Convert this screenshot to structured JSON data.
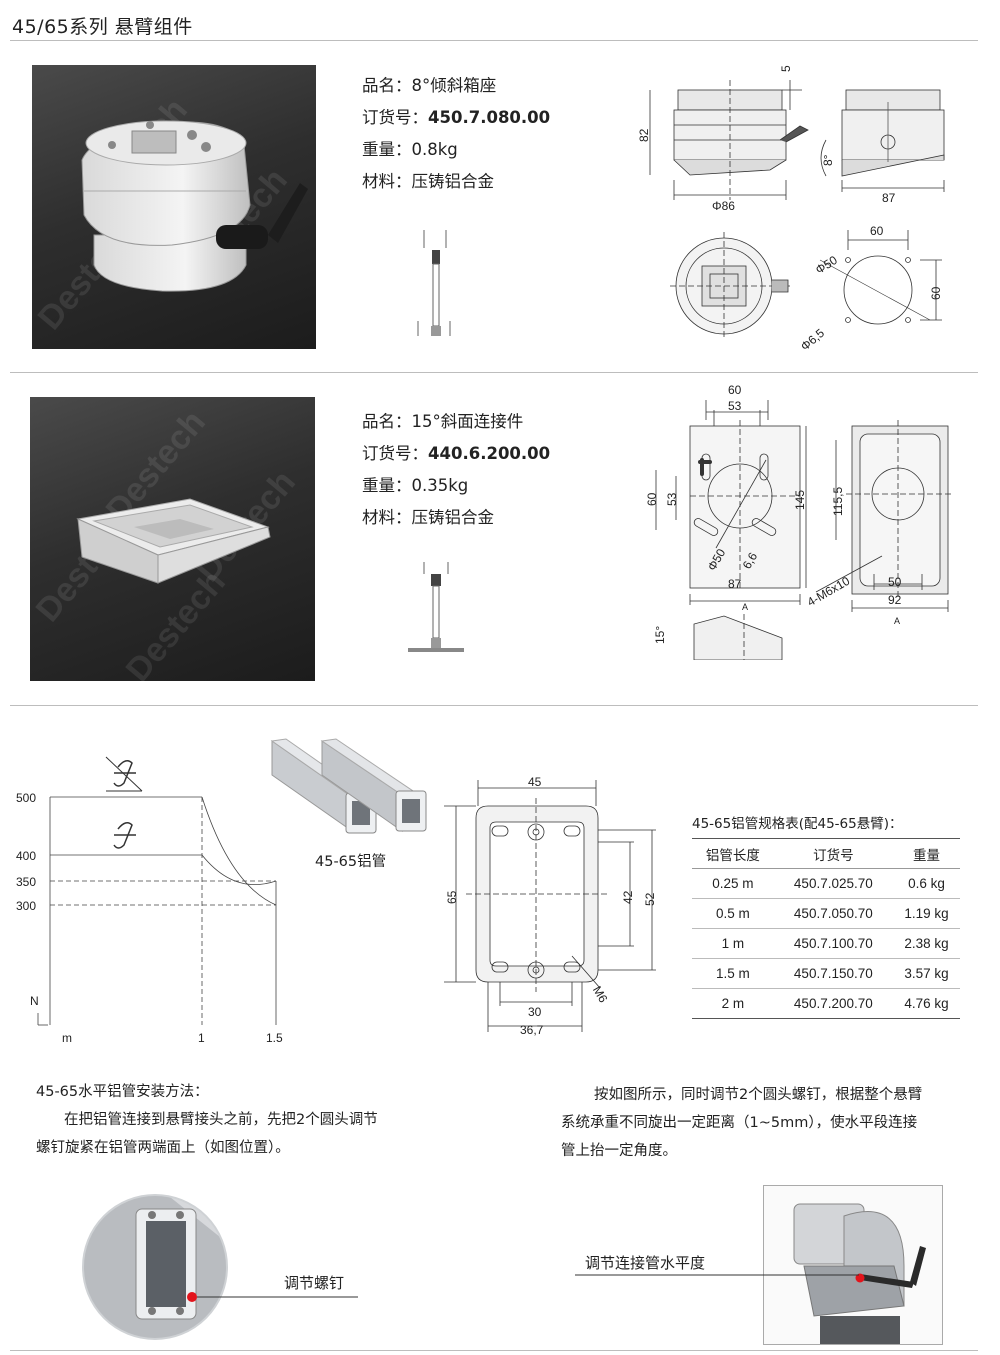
{
  "page": {
    "title": "45/65系列  悬臂组件"
  },
  "product1": {
    "name": "品名：8°倾斜箱座",
    "order_label": "订货号：",
    "order_no": "450.7.080.00",
    "weight": "重量：0.8kg",
    "material": "材料：压铸铝合金",
    "watermark": "Destech",
    "dims": [
      "5",
      "82",
      "Φ86",
      "8°",
      "87",
      "60",
      "Φ50",
      "60",
      "Φ6,5"
    ]
  },
  "product2": {
    "name": "品名：15°斜面连接件",
    "order_label": "订货号：",
    "order_no": "440.6.200.00",
    "weight": "重量：0.35kg",
    "material": "材料：压铸铝合金",
    "watermark": "Destech",
    "dims": [
      "60",
      "53",
      "60",
      "53",
      "145",
      "Φ50",
      "6,6",
      "87",
      "115,5",
      "4-M6x10",
      "50",
      "92",
      "A",
      "A",
      "15°"
    ]
  },
  "load_chart": {
    "y_ticks": [
      "500",
      "400",
      "350",
      "300"
    ],
    "y_label": "N",
    "x_label": "m",
    "x_ticks": [
      "1",
      "1.5"
    ]
  },
  "profile": {
    "caption": "45-65铝管",
    "dims": [
      "45",
      "65",
      "42",
      "52",
      "30",
      "36,7",
      "M6"
    ]
  },
  "spec_table": {
    "title": "45-65铝管规格表(配45-65悬臂)：",
    "headers": [
      "铝管长度",
      "订货号",
      "重量"
    ],
    "rows": [
      [
        "0.25 m",
        "450.7.025.70",
        "0.6 kg"
      ],
      [
        "0.5 m",
        "450.7.050.70",
        "1.19 kg"
      ],
      [
        "1 m",
        "450.7.100.70",
        "2.38 kg"
      ],
      [
        "1.5 m",
        "450.7.150.70",
        "3.57 kg"
      ],
      [
        "2 m",
        "450.7.200.70",
        "4.76 kg"
      ]
    ]
  },
  "install": {
    "heading": "45-65水平铝管安装方法：",
    "para1_line1": "在把铝管连接到悬臂接头之前，先把2个圆头调节",
    "para1_line2": "螺钉旋紧在铝管两端面上（如图位置）。",
    "para2_line1": "按如图所示，同时调节2个圆头螺钉，根据整个悬臂",
    "para2_line2": "系统承重不同旋出一定距离（1~5mm），使水平段连接",
    "para2_line3": "管上抬一定角度。",
    "callout_left": "调节螺钉",
    "callout_right": "调节连接管水平度",
    "accent_color": "#e3131b"
  }
}
